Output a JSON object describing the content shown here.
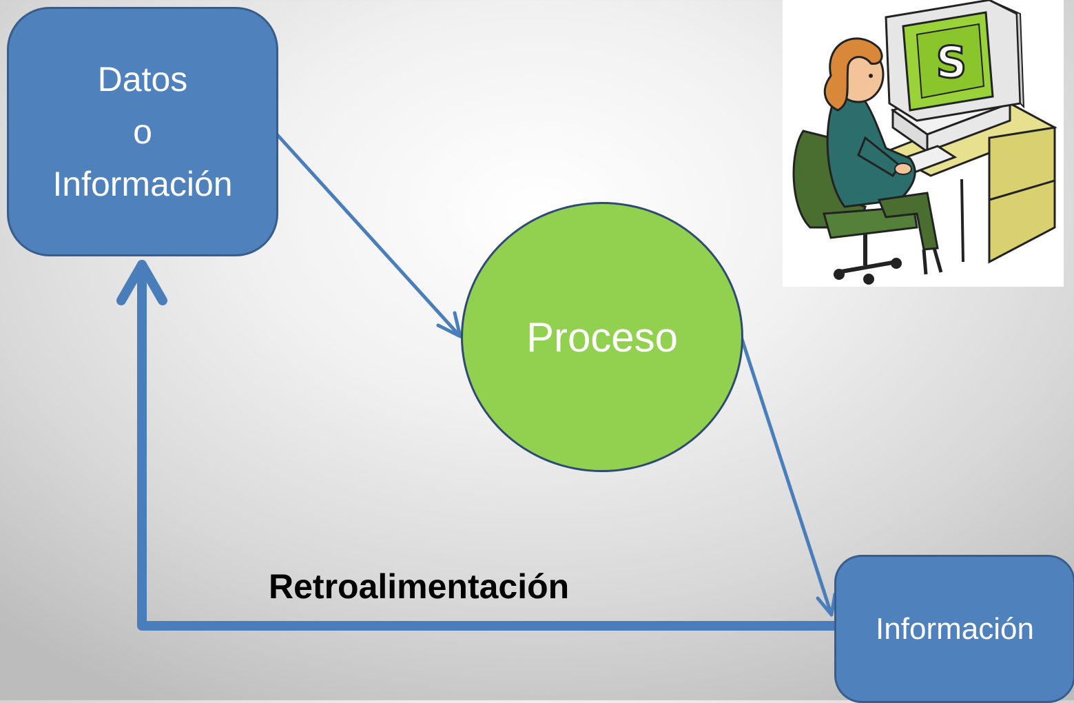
{
  "diagram": {
    "input_box": {
      "lines": [
        "Datos",
        "o",
        "Información"
      ]
    },
    "process_node": {
      "label": "Proceso"
    },
    "output_box": {
      "label": "Información"
    },
    "feedback_label": "Retroalimentación",
    "connections": [
      {
        "from": "input_box",
        "to": "process_node"
      },
      {
        "from": "process_node",
        "to": "output_box"
      },
      {
        "from": "output_box",
        "to": "input_box",
        "label": "Retroalimentación"
      }
    ]
  },
  "illustration": {
    "description": "person-at-computer-clipart",
    "screen_letter": "S"
  },
  "colors": {
    "box_fill": "#4f81bd",
    "box_border": "#385d8a",
    "process_fill": "#92d050",
    "arrow": "#4a7ebb",
    "text_on_shape": "#ffffff"
  }
}
